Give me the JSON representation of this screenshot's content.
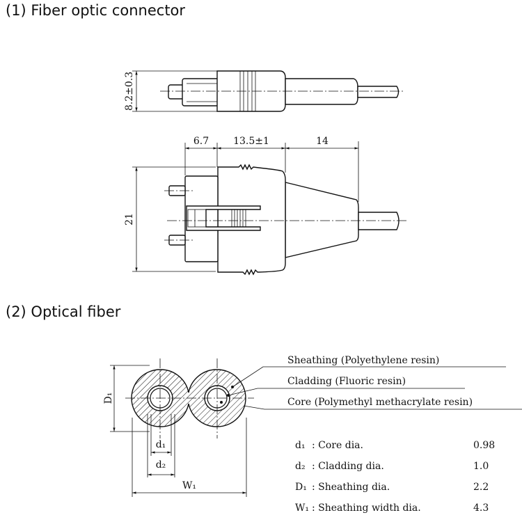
{
  "section1": {
    "title": "(1) Fiber optic connector",
    "top_view": {
      "height_dim": "8.2±0.3"
    },
    "side_view": {
      "dim_a": "6.7",
      "dim_b": "13.5±1",
      "dim_c": "14",
      "height_dim": "21"
    }
  },
  "section2": {
    "title": "(2) Optical fiber",
    "callouts": {
      "sheathing": "Sheathing (Polyethylene resin)",
      "cladding": "Cladding (Fluoric resin)",
      "core": "Core (Polymethyl methacrylate resin)"
    },
    "dims": {
      "D1": "D₁",
      "d1": "d₁",
      "d2": "d₂",
      "W1": "W₁"
    },
    "specs": [
      {
        "symbol": "d₁",
        "desc": ": Core dia.",
        "value": "0.98"
      },
      {
        "symbol": "d₂",
        "desc": ": Cladding dia.",
        "value": "1.0"
      },
      {
        "symbol": "D₁",
        "desc": ": Sheathing dia.",
        "value": "2.2"
      },
      {
        "symbol": "W₁",
        "desc": ": Sheathing width dia.",
        "value": "4.3"
      }
    ]
  }
}
